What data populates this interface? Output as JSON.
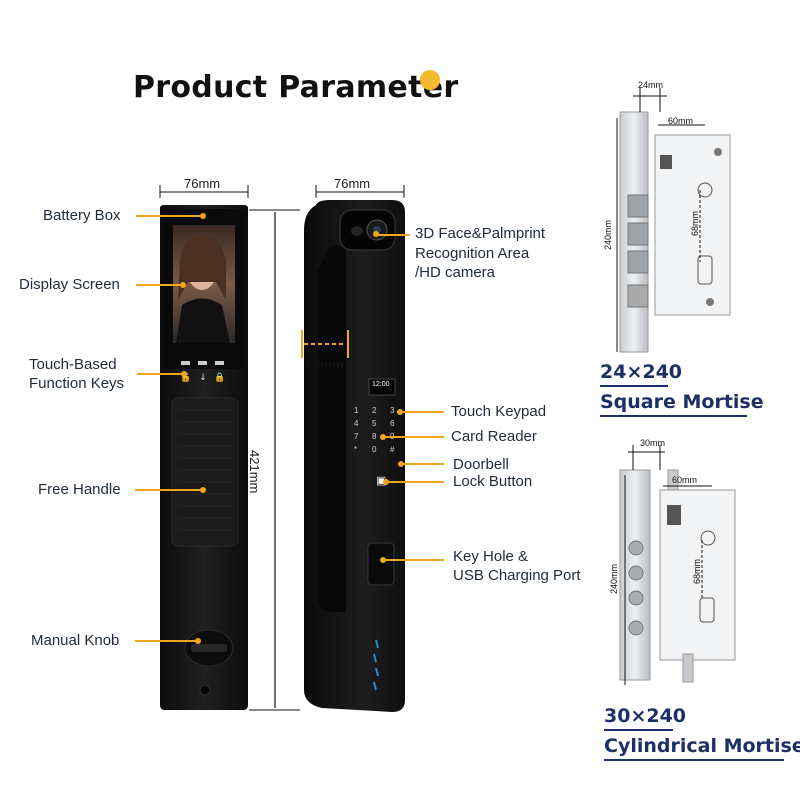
{
  "title": "Product Parameter",
  "dimensions": {
    "front_width": "76mm",
    "side_width": "76mm",
    "height": "421mm",
    "handle_depth": "59mm"
  },
  "left_labels": {
    "battery_box": "Battery Box",
    "display_screen": "Display Screen",
    "touch_keys_line1": "Touch-Based",
    "touch_keys_line2": "Function Keys",
    "free_handle": "Free Handle",
    "manual_knob": "Manual Knob"
  },
  "right_labels": {
    "face_line1": "3D Face&Palmprint",
    "face_line2": "Recognition Area",
    "face_line3": "/HD camera",
    "touch_keypad": "Touch Keypad",
    "card_reader": "Card Reader",
    "doorbell": "Doorbell",
    "lock_button": "Lock Button",
    "keyhole_line1": "Key Hole &",
    "keyhole_line2": "USB Charging Port"
  },
  "lock_screen_time": "12:00",
  "keypad_keys": [
    "1",
    "2",
    "3",
    "4",
    "5",
    "6",
    "7",
    "8",
    "9",
    "*",
    "0",
    "#"
  ],
  "mortise1": {
    "top_dim": "24mm",
    "inner_dim": "60mm",
    "height_dim": "240mm",
    "hole_dim": "68mm",
    "size": "24×240",
    "name": "Square Mortise"
  },
  "mortise2": {
    "top_dim": "30mm",
    "inner_dim": "60mm",
    "height_dim": "240mm",
    "hole_dim": "68mm",
    "size": "30×240",
    "name": "Cylindrical Mortise"
  },
  "colors": {
    "accent": "#f0a51c",
    "caption": "#1c2f66",
    "device": "#141414"
  }
}
